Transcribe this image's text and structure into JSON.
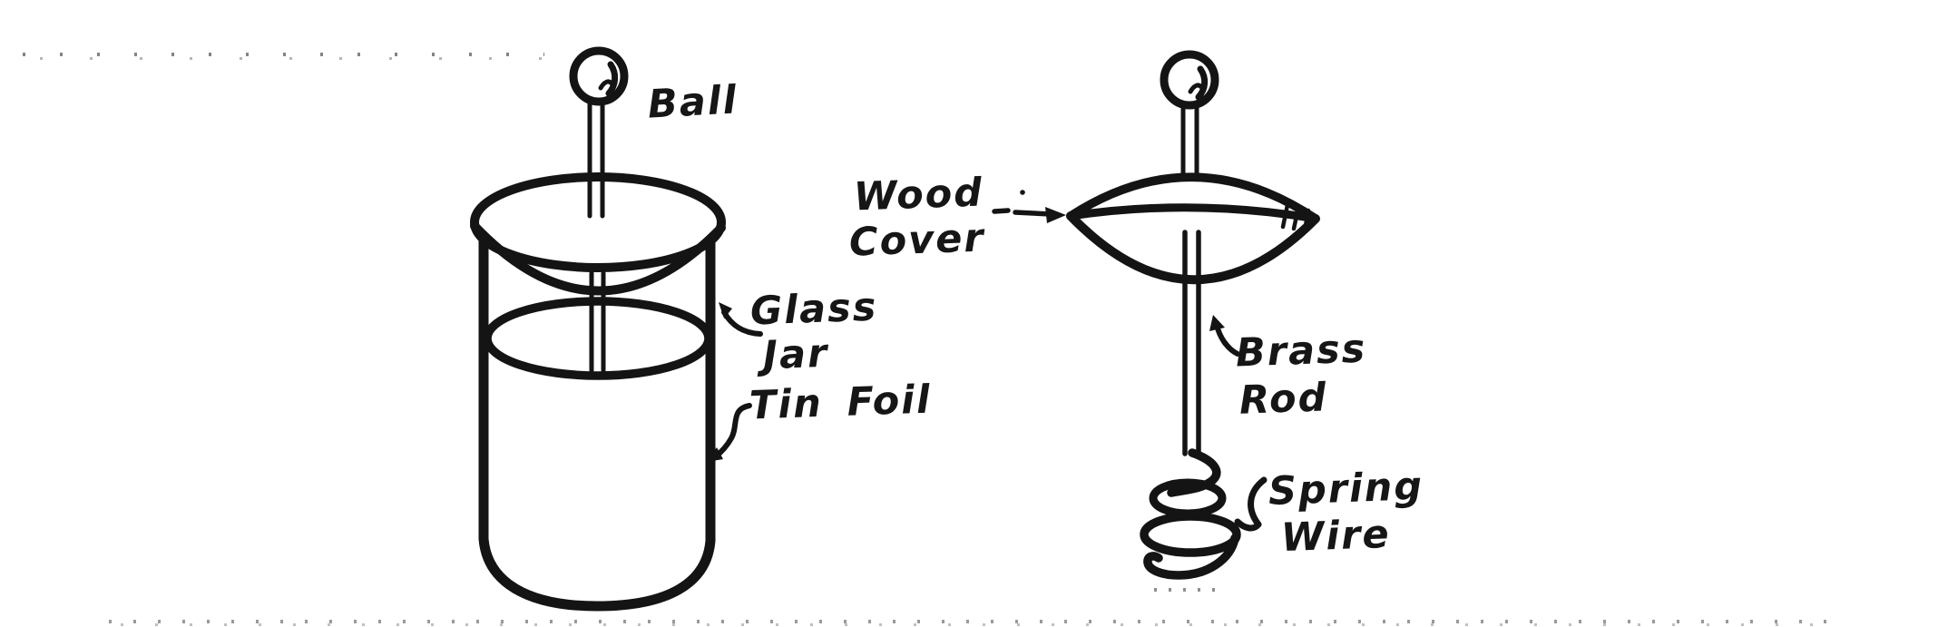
{
  "diagram": {
    "background": "#ffffff",
    "ink_color": "#141414",
    "left_assembly": {
      "description": "assembled-jar-with-ball",
      "labels": {
        "ball": "Ball",
        "glass_jar_line1": "Glass",
        "glass_jar_line2": "Jar",
        "tin_foil": "Tin Foil"
      }
    },
    "right_assembly": {
      "description": "cover-rod-and-spring-parts",
      "labels": {
        "wood_cover_line1": "Wood",
        "wood_cover_line2": "Cover",
        "brass_rod_line1": "Brass",
        "brass_rod_line2": "Rod",
        "spring_wire_line1": "Spring",
        "spring_wire_line2": "Wire"
      }
    }
  }
}
